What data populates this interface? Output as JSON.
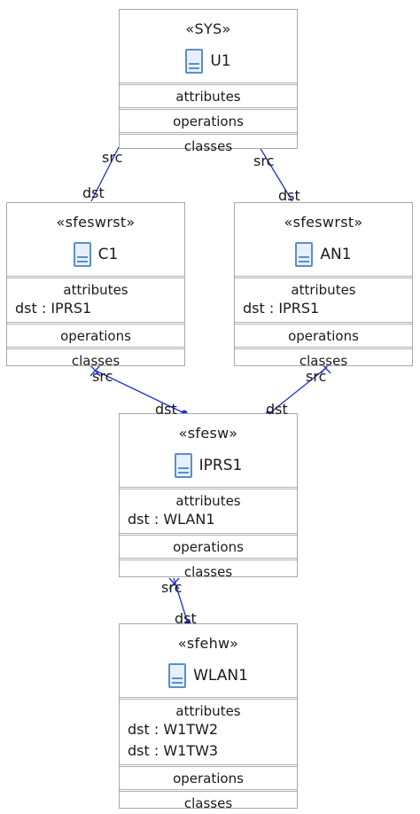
{
  "classes": {
    "u1": {
      "stereotype": "«SYS»",
      "name": "U1",
      "attributes_label": "attributes",
      "operations_label": "operations",
      "classes_label": "classes",
      "attributes": []
    },
    "c1": {
      "stereotype": "«sfeswrst»",
      "name": "C1",
      "attributes_label": "attributes",
      "operations_label": "operations",
      "classes_label": "classes",
      "attributes": [
        "dst : IPRS1"
      ]
    },
    "an1": {
      "stereotype": "«sfeswrst»",
      "name": "AN1",
      "attributes_label": "attributes",
      "operations_label": "operations",
      "classes_label": "classes",
      "attributes": [
        "dst : IPRS1"
      ]
    },
    "iprs1": {
      "stereotype": "«sfesw»",
      "name": "IPRS1",
      "attributes_label": "attributes",
      "operations_label": "operations",
      "classes_label": "classes",
      "attributes": [
        "dst : WLAN1"
      ]
    },
    "wlan1": {
      "stereotype": "«sfehw»",
      "name": "WLAN1",
      "attributes_label": "attributes",
      "operations_label": "operations",
      "classes_label": "classes",
      "attributes": [
        "dst : W1TW2",
        "dst : W1TW3"
      ]
    }
  },
  "roles": {
    "u1_c1_src": "src",
    "u1_c1_dst": "dst",
    "u1_an1_src": "src",
    "u1_an1_dst": "dst",
    "c1_iprs1_src": "src",
    "c1_iprs1_dst": "dst",
    "an1_iprs1_src": "src",
    "an1_iprs1_dst": "dst",
    "iprs1_wlan1_src": "src",
    "iprs1_wlan1_dst": "dst"
  },
  "colors": {
    "link": "#2030d8",
    "border": "#a8a8a8",
    "icon": "#5b8fc7"
  }
}
